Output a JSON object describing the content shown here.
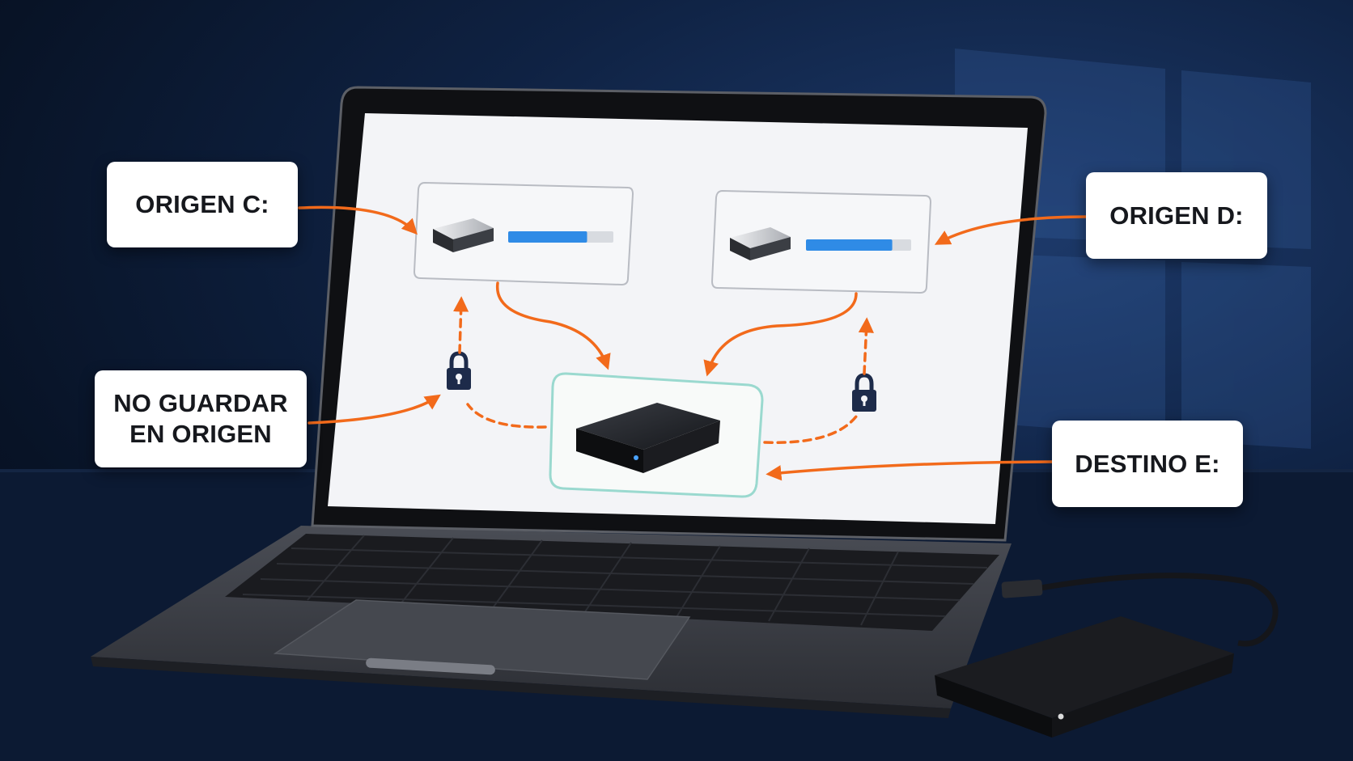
{
  "labels": {
    "origen_c": "ORIGEN C:",
    "origen_d": "ORIGEN D:",
    "no_guardar_line1": "NO GUARDAR",
    "no_guardar_line2": "EN ORIGEN",
    "destino_e": "DESTINO E:"
  },
  "drives": {
    "origen_c": {
      "usage": 0.75
    },
    "origen_d": {
      "usage": 0.82
    }
  },
  "colors": {
    "background": "#0b1a33",
    "arrow": "#f26a1b",
    "progress": "#2f8be6",
    "progress_track": "#d8dbe0",
    "destination_border": "#9ad9cf",
    "lock": "#1d2b4a",
    "screen": "#f3f4f7"
  },
  "icons": [
    "drive-icon",
    "lock-icon",
    "external-drive-icon",
    "windows-logo-icon"
  ]
}
